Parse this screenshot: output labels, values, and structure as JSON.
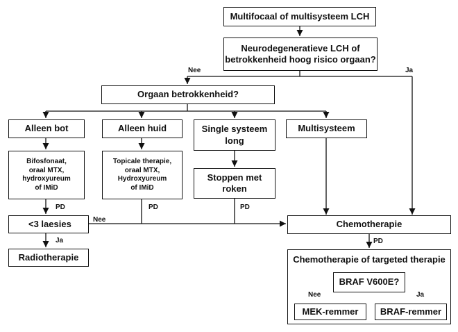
{
  "nodes": {
    "start": "Multifocaal of multisysteem LCH",
    "q1_line1": "Neurodegeneratieve LCH of",
    "q1_line2": "betrokkenheid hoog risico orgaan?",
    "organ_q": "Orgaan betrokkenheid?",
    "bone": "Alleen bot",
    "skin": "Alleen huid",
    "lung_line1": "Single systeem",
    "lung_line2": "long",
    "multi": "Multisysteem",
    "bone_tx_line1": "Bifosfonaat,",
    "bone_tx_line2": "oraal MTX,",
    "bone_tx_line3": "hydroxyureum",
    "bone_tx_line4": "of IMiD",
    "skin_tx_line1": "Topicale therapie,",
    "skin_tx_line2": "oraal MTX,",
    "skin_tx_line3": "Hydroxyureum",
    "skin_tx_line4": "of IMiD",
    "smoke_line1": "Stoppen met",
    "smoke_line2": "roken",
    "lesions": "<3 laesies",
    "chemo": "Chemotherapie",
    "radio": "Radiotherapie",
    "chemo_target": "Chemotherapie of targeted therapie",
    "braf_q": "BRAF V600E?",
    "mek": "MEK-remmer",
    "braf": "BRAF-remmer"
  },
  "labels": {
    "nee_top": "Nee",
    "ja_top": "Ja",
    "pd_bone": "PD",
    "pd_skin": "PD",
    "pd_lung": "PD",
    "nee_lesions": "Nee",
    "ja_lesions": "Ja",
    "pd_chemo": "PD",
    "nee_braf": "Nee",
    "ja_braf": "Ja"
  }
}
